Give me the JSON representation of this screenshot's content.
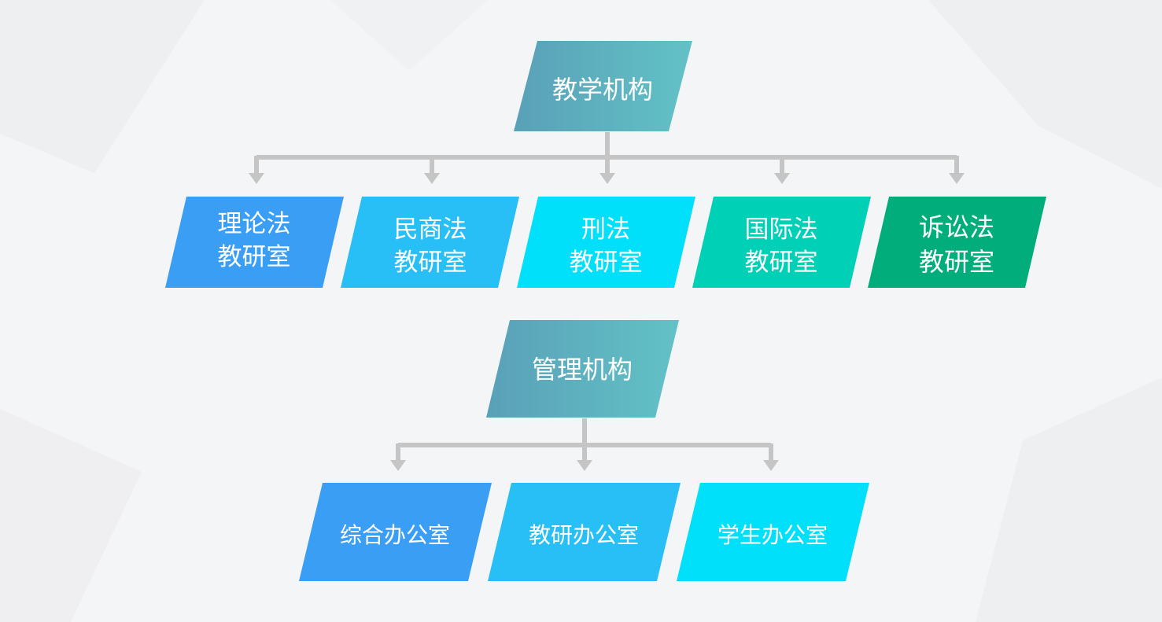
{
  "colors": {
    "header_gradient_start": "#5aa0b8",
    "header_gradient_end": "#62c2c6",
    "connector": "#c5c5c5",
    "label_text": "#ffffff"
  },
  "teaching": {
    "title": "教学机构",
    "units": [
      {
        "line1": "理论法",
        "line2": "教研室",
        "color": "#3a9ef5"
      },
      {
        "line1": "民商法",
        "line2": "教研室",
        "color": "#28bff7"
      },
      {
        "line1": "刑法",
        "line2": "教研室",
        "color": "#00e0fb"
      },
      {
        "line1": "国际法",
        "line2": "教研室",
        "color": "#00d0b6"
      },
      {
        "line1": "诉讼法",
        "line2": "教研室",
        "color": "#00ad7b"
      }
    ]
  },
  "management": {
    "title": "管理机构",
    "units": [
      {
        "label": "综合办公室",
        "color": "#3a9ef5"
      },
      {
        "label": "教研办公室",
        "color": "#28bff7"
      },
      {
        "label": "学生办公室",
        "color": "#00e0fb"
      }
    ]
  }
}
